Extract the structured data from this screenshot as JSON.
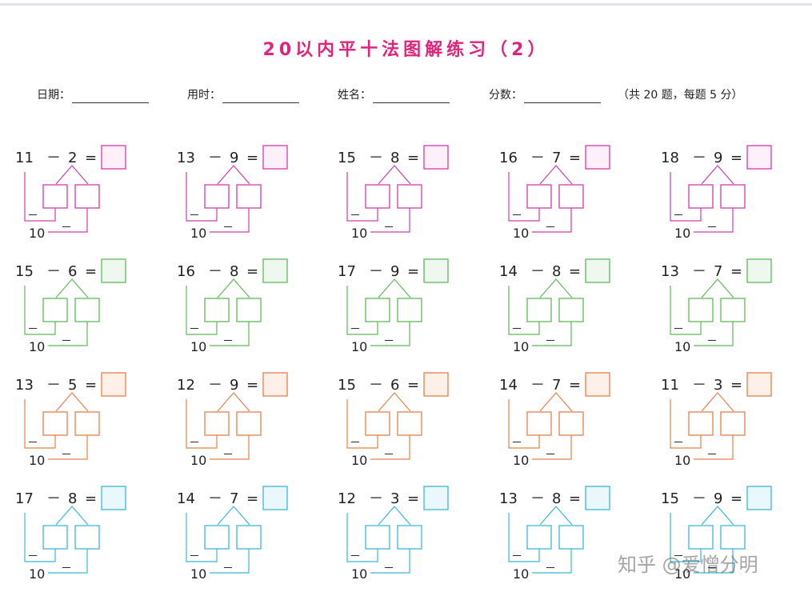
{
  "title": "20以内平十法图解练习（2）",
  "info": {
    "date_label": "日期：",
    "time_label": "用时：",
    "name_label": "姓名：",
    "score_label": "分数：",
    "note": "（共 20 题，每题 5 分）"
  },
  "operator": "－",
  "equals": "=",
  "ten_label": "10",
  "minus_label": "－",
  "row_colors": [
    "#d63aa9",
    "#5fb85a",
    "#e8804a",
    "#38b8d8"
  ],
  "row_fills": [
    "#fdf0f8",
    "#eef8ee",
    "#fdf0e8",
    "#eaf7fc"
  ],
  "problems": [
    [
      {
        "a": "11",
        "b": "2"
      },
      {
        "a": "13",
        "b": "9"
      },
      {
        "a": "15",
        "b": "8"
      },
      {
        "a": "16",
        "b": "7"
      },
      {
        "a": "18",
        "b": "9"
      }
    ],
    [
      {
        "a": "15",
        "b": "6"
      },
      {
        "a": "16",
        "b": "8"
      },
      {
        "a": "17",
        "b": "9"
      },
      {
        "a": "14",
        "b": "8"
      },
      {
        "a": "13",
        "b": "7"
      }
    ],
    [
      {
        "a": "13",
        "b": "5"
      },
      {
        "a": "12",
        "b": "9"
      },
      {
        "a": "15",
        "b": "6"
      },
      {
        "a": "14",
        "b": "7"
      },
      {
        "a": "11",
        "b": "3"
      }
    ],
    [
      {
        "a": "17",
        "b": "8"
      },
      {
        "a": "14",
        "b": "7"
      },
      {
        "a": "12",
        "b": "3"
      },
      {
        "a": "13",
        "b": "8"
      },
      {
        "a": "15",
        "b": "9"
      }
    ]
  ],
  "watermark": "知乎 @爱憎分明"
}
